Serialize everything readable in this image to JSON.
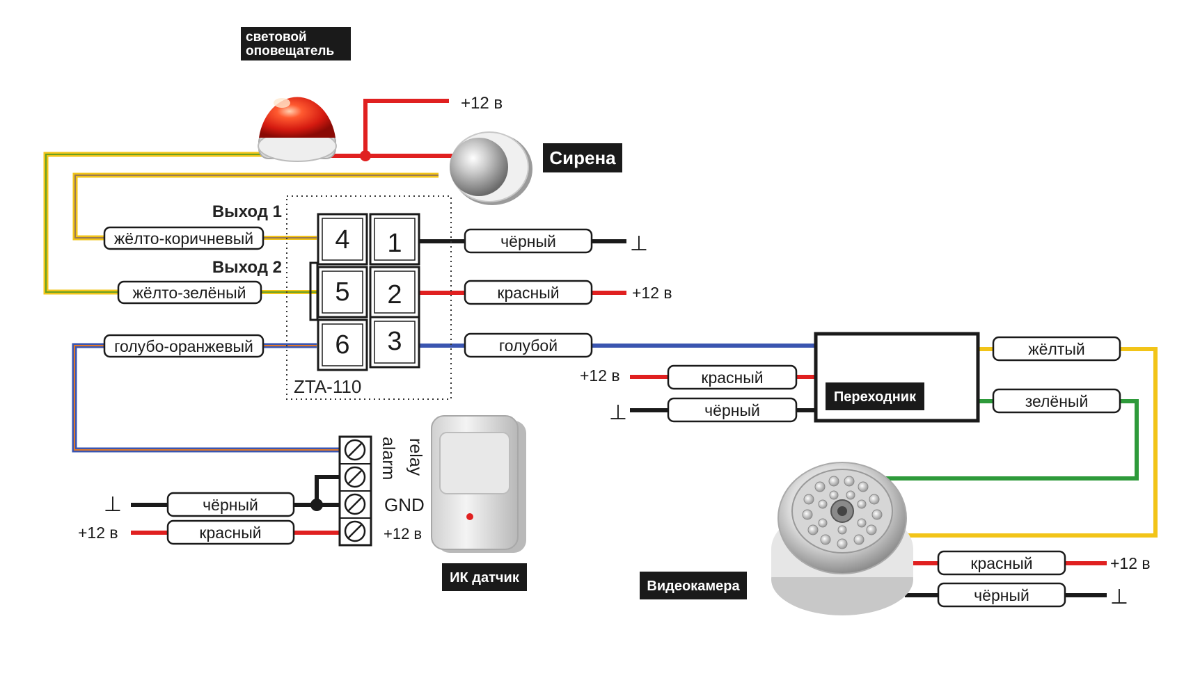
{
  "devices": {
    "strobe_label": [
      "световой",
      "оповещатель"
    ],
    "siren_label": "Сирена",
    "controller_model": "ZTA-110",
    "pir_label": "ИК датчик",
    "adapter_label": "Переходник",
    "camera_label": "Видеокамера"
  },
  "outputs": {
    "out1": "Выход 1",
    "out2": "Выход 2"
  },
  "terminals": [
    "4",
    "1",
    "5",
    "2",
    "6",
    "3"
  ],
  "symbols": {
    "plus12": "+12 в",
    "ground": "⊥"
  },
  "wire_labels": {
    "yellow_brown": "жёлто-коричневый",
    "yellow_green": "жёлто-зелёный",
    "blue_orange": "голубо-оранжевый",
    "ctrl_black": "чёрный",
    "ctrl_red": "красный",
    "ctrl_blue": "голубой",
    "adapter_red": "красный",
    "adapter_black": "чёрный",
    "adapter_yellow": "жёлтый",
    "adapter_green": "зелёный",
    "pir_black": "чёрный",
    "pir_red": "красный",
    "cam_red": "красный",
    "cam_black": "чёрный"
  },
  "pir_terminals": {
    "relay": "relay",
    "alarm": "alarm",
    "gnd": "GND",
    "plus12": "+12 в"
  },
  "colors": {
    "red": "#e02020",
    "black": "#1a1a1a",
    "blue": "#3a55b0",
    "yellow": "#f2c418",
    "green": "#2e9a3a",
    "brown": "#9a7a52",
    "label_bg": "#1a1a1a",
    "label_fg": "#ffffff"
  }
}
